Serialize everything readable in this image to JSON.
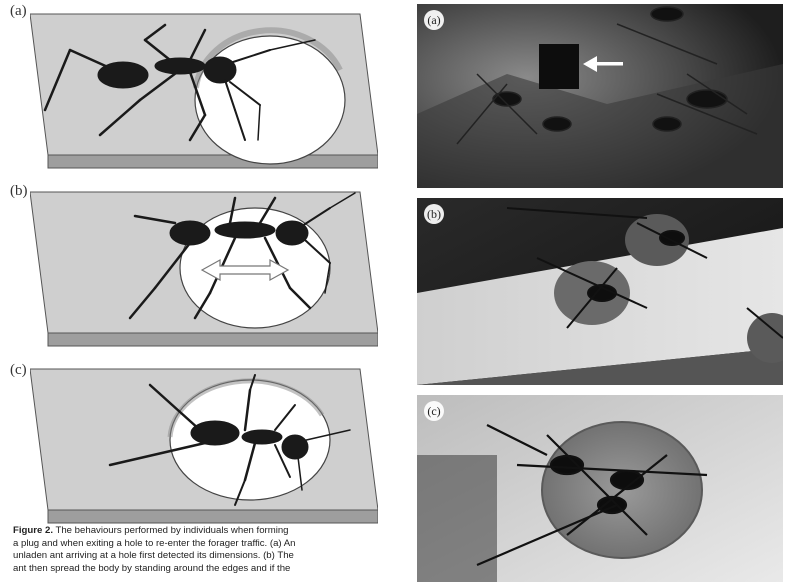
{
  "left_panels": [
    {
      "label": "(a)"
    },
    {
      "label": "(b)"
    },
    {
      "label": "(c)"
    }
  ],
  "photos": [
    {
      "label": "(a)"
    },
    {
      "label": "(b)"
    },
    {
      "label": "(c)"
    }
  ],
  "caption": {
    "title": "Figure 2.",
    "line1": "The behaviours performed by individuals when forming",
    "line2": "a plug and when exiting a hole to re-enter the forager traffic. (a) An",
    "line3": "unladen ant arriving at a hole first detected its dimensions. (b) The",
    "line4": "ant then spread the body by standing around the edges and if the"
  }
}
